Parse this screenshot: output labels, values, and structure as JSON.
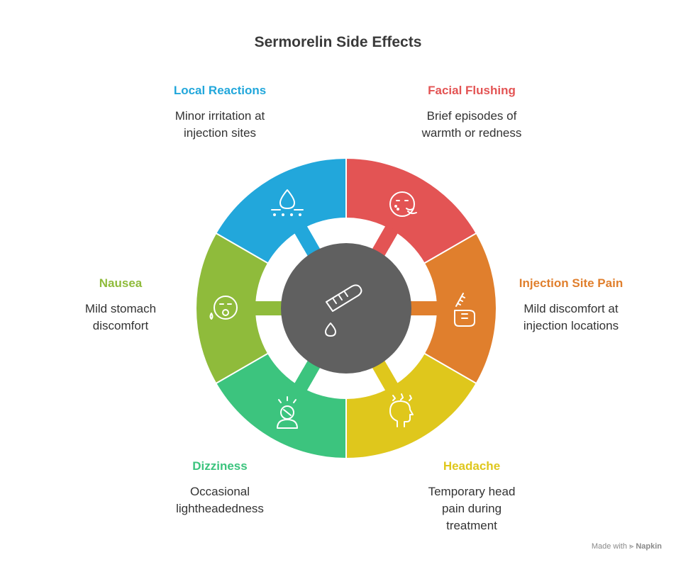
{
  "title": "Sermorelin Side Effects",
  "center_icon": "test-tube-drop-icon",
  "segments": [
    {
      "key": "facial-flushing",
      "heading": "Facial Flushing",
      "description": "Brief episodes of warmth or redness",
      "color": "#E35454",
      "icon": "flushed-face-icon"
    },
    {
      "key": "injection-site-pain",
      "heading": "Injection Site Pain",
      "description": "Mild discomfort at injection locations",
      "color": "#E07F2D",
      "icon": "syringe-hand-icon"
    },
    {
      "key": "headache",
      "heading": "Headache",
      "description": "Temporary head pain during treatment",
      "color": "#DFC71C",
      "icon": "head-pain-icon"
    },
    {
      "key": "dizziness",
      "heading": "Dizziness",
      "description": "Occasional lightheadedness",
      "color": "#3CC47E",
      "icon": "dizzy-person-icon"
    },
    {
      "key": "nausea",
      "heading": "Nausea",
      "description": "Mild stomach discomfort",
      "color": "#8FBB3B",
      "icon": "nauseous-face-icon"
    },
    {
      "key": "local-reactions",
      "heading": "Local Reactions",
      "description": "Minor irritation at injection sites",
      "color": "#22A7DB",
      "icon": "skin-droplet-icon"
    }
  ],
  "center_color": "#606060",
  "footer": {
    "prefix": "Made with",
    "brand": "Napkin"
  }
}
